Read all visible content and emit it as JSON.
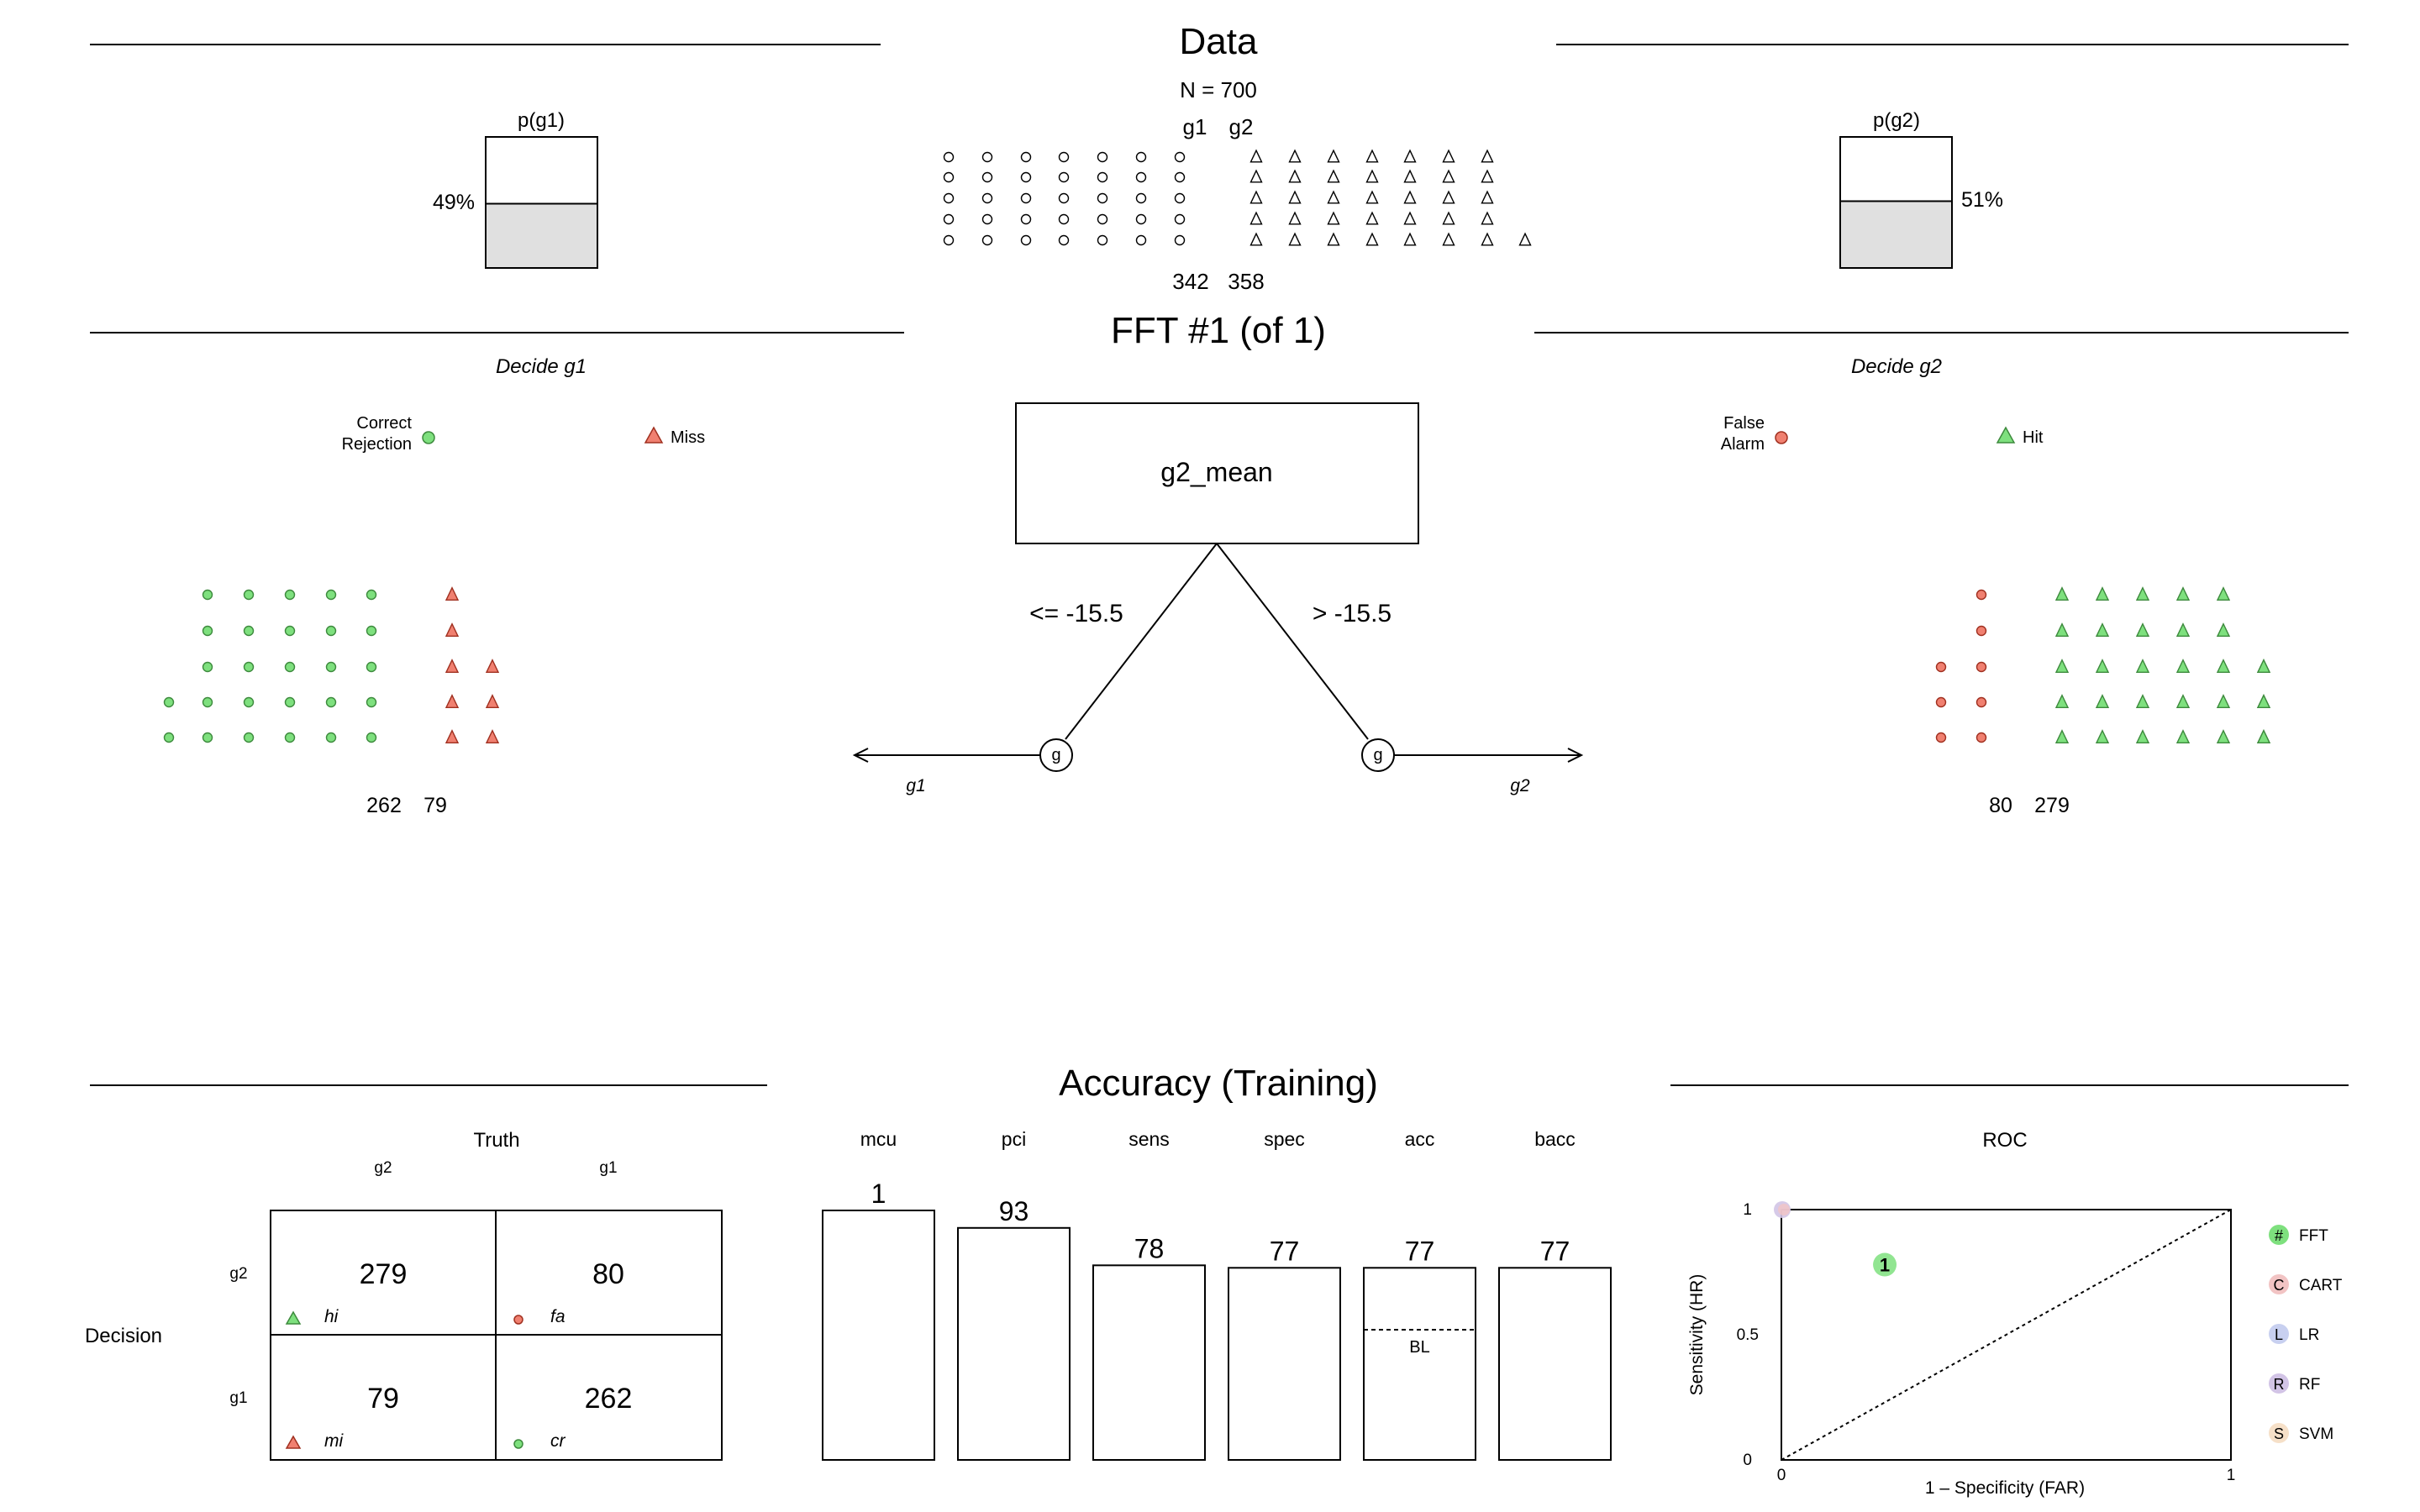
{
  "data_section": {
    "title": "Data",
    "n_label": "N = 700",
    "class1_label": "g1",
    "class2_label": "g2",
    "class1_count": "342",
    "class2_count": "358",
    "p_g1": {
      "label": "p(g1)",
      "pct_text": "49%",
      "value": 0.49
    },
    "p_g2": {
      "label": "p(g2)",
      "pct_text": "51%",
      "value": 0.51
    }
  },
  "tree_section": {
    "title": "FFT #1 (of 1)",
    "left_header": "Decide g1",
    "right_header": "Decide g2",
    "legend_left": {
      "cr_label_line1": "Correct",
      "cr_label_line2": "Rejection",
      "miss_label": "Miss"
    },
    "legend_right": {
      "fa_label_line1": "False",
      "fa_label_line2": "Alarm",
      "hit_label": "Hit"
    },
    "node": {
      "cue": "g2_mean",
      "left_branch": "<= -15.5",
      "right_branch": "> -15.5",
      "left_leaf": "g",
      "right_leaf": "g",
      "left_exit": "g1",
      "right_exit": "g2"
    },
    "left_counts": {
      "cr": "262",
      "mi": "79"
    },
    "right_counts": {
      "fa": "80",
      "hi": "279"
    }
  },
  "accuracy_section": {
    "title": "Accuracy (Training)",
    "confusion": {
      "truth_label": "Truth",
      "decision_label": "Decision",
      "col_g2": "g2",
      "col_g1": "g1",
      "row_g2": "g2",
      "row_g1": "g1",
      "hi": "279",
      "fa": "80",
      "mi": "79",
      "cr": "262",
      "hi_label": "hi",
      "fa_label": "fa",
      "mi_label": "mi",
      "cr_label": "cr"
    },
    "bl_label": "BL",
    "bl_value": 0.51,
    "roc": {
      "title": "ROC",
      "ylabel": "Sensitivity (HR)",
      "xlabel": "1 – Specificity (FAR)",
      "tick_y0": "0",
      "tick_y05": "0.5",
      "tick_y1": "1",
      "tick_x0": "0",
      "tick_x1": "1",
      "point_label": "1",
      "legend": [
        {
          "symbol": "#",
          "name": "FFT",
          "color": "#7ee07e"
        },
        {
          "symbol": "C",
          "name": "CART",
          "color": "#f2c4c4"
        },
        {
          "symbol": "L",
          "name": "LR",
          "color": "#c8d0f0"
        },
        {
          "symbol": "R",
          "name": "RF",
          "color": "#d2c4e6"
        },
        {
          "symbol": "S",
          "name": "SVM",
          "color": "#f6e0c8"
        }
      ]
    }
  },
  "chart_data": [
    {
      "type": "bar",
      "title": "",
      "categories": [
        "mcu",
        "pci",
        "sens",
        "spec",
        "acc",
        "bacc"
      ],
      "values": [
        1,
        93,
        78,
        77,
        77,
        77
      ],
      "value_labels": [
        "1",
        "93",
        "78",
        "77",
        "77",
        "77"
      ],
      "ylim": [
        0,
        100
      ],
      "xlabel": "",
      "ylabel": ""
    },
    {
      "type": "scatter",
      "title": "ROC",
      "xlabel": "1 – Specificity (FAR)",
      "ylabel": "Sensitivity (HR)",
      "xlim": [
        0,
        1
      ],
      "ylim": [
        0,
        1
      ],
      "series": [
        {
          "name": "FFT",
          "points": [
            {
              "x": 0.23,
              "y": 0.78,
              "label": "1"
            }
          ]
        }
      ]
    }
  ],
  "colors": {
    "correct_green": "#7ee07e",
    "error_red": "#f08070",
    "bar_fill": "#e0e0e0"
  }
}
